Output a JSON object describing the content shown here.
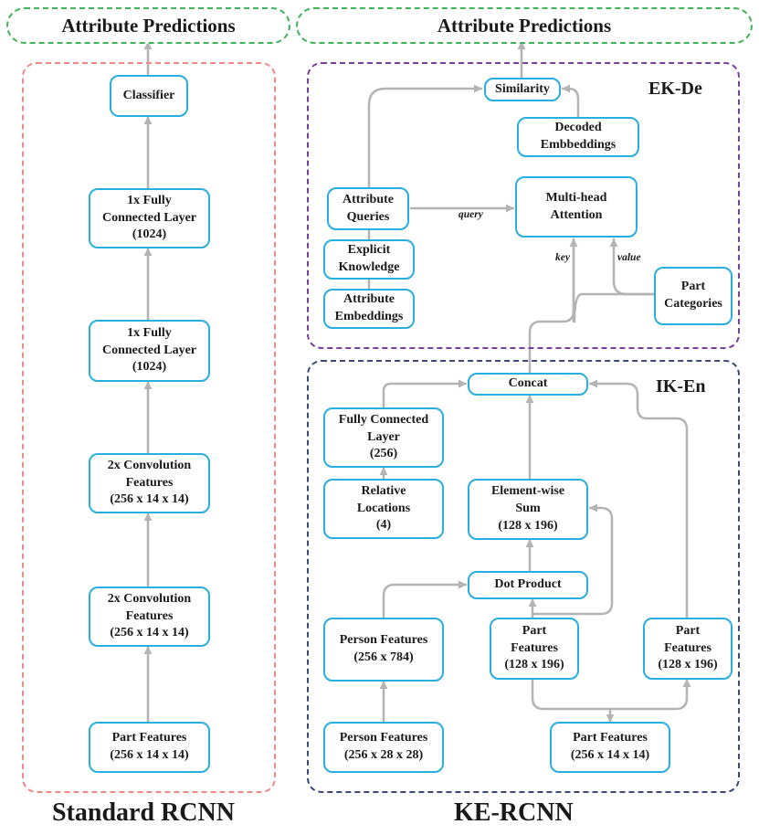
{
  "headers": {
    "left": "Attribute Predictions",
    "right": "Attribute Predictions"
  },
  "sections": {
    "ek": "EK-De",
    "ik": "IK-En"
  },
  "left_nodes": {
    "classifier": "Classifier",
    "fc2": "1x Fully\nConnected Layer\n(1024)",
    "fc1": "1x Fully\nConnected Layer\n(1024)",
    "conv2": "2x Convolution\nFeatures\n(256 x 14 x 14)",
    "conv1": "2x Convolution\nFeatures\n(256 x 14 x 14)",
    "part_features": "Part Features\n(256 x 14 x 14)"
  },
  "ek_nodes": {
    "similarity": "Similarity",
    "decoded": "Decoded\nEmbbeddings",
    "attr_queries": "Attribute\nQueries",
    "mha": "Multi-head\nAttention",
    "explicit": "Explicit\nKnowledge",
    "attr_emb": "Attribute\nEmbeddings",
    "part_categories": "Part\nCategories"
  },
  "edge_labels": {
    "query": "query",
    "key": "key",
    "value": "value"
  },
  "ik_nodes": {
    "concat": "Concat",
    "fc": "Fully Connected\nLayer\n(256)",
    "rel_loc": "Relative\nLocations\n(4)",
    "elem_sum": "Element-wise\nSum\n(128 x 196)",
    "dot": "Dot Product",
    "person_feat": "Person Features\n(256 x 784)",
    "part_feat_mid": "Part\nFeatures\n(128 x 196)",
    "part_feat_right": "Part\nFeatures\n(128 x 196)",
    "person_in": "Person Features\n(256 x 28 x 28)",
    "part_in": "Part Features\n(256 x 14 x 14)"
  },
  "captions": {
    "left": "Standard RCNN",
    "right": "KE-RCNN"
  },
  "colors": {
    "box_border": "#29aee0",
    "arrow": "#b4b4b4",
    "pill_border": "#3fb35a",
    "standard_frame": "#f08a86",
    "ek_frame": "#7a3f9e",
    "ik_frame": "#3b4a7a"
  }
}
